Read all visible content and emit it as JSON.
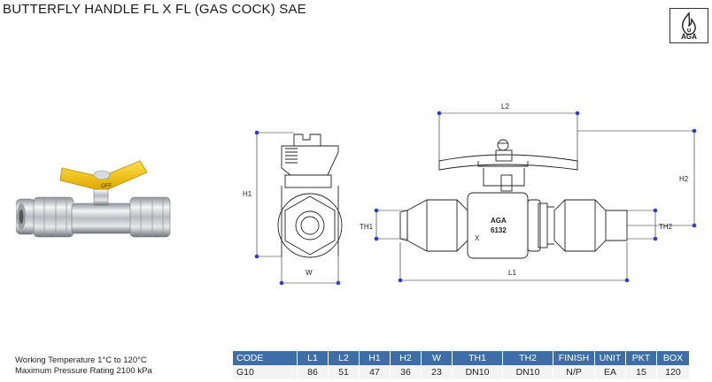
{
  "header": {
    "title": "BUTTERFLY HANDLE FL X FL (GAS COCK) SAE"
  },
  "badge": {
    "text": "AGA",
    "icon": "flame-icon"
  },
  "product_photo": {
    "handle_text": "OFF"
  },
  "drawing": {
    "dims": {
      "h1": "H1",
      "w": "W",
      "l2": "L2",
      "h2": "H2",
      "th1": "TH1",
      "th2": "TH2",
      "l1": "L1"
    },
    "valve_marks": {
      "aga": "AGA",
      "code": "6132",
      "x": "X"
    }
  },
  "specs": {
    "working_temperature": "Working Temperature  1°C to 120°C",
    "max_pressure": "Maximum Pressure Rating  2100 kPa"
  },
  "table": {
    "headers": [
      "CODE",
      "L1",
      "L2",
      "H1",
      "H2",
      "W",
      "TH1",
      "TH2",
      "FINISH",
      "UNIT",
      "PKT",
      "BOX"
    ],
    "rows": [
      [
        "G10",
        "86",
        "51",
        "47",
        "36",
        "23",
        "DN10",
        "DN10",
        "N/P",
        "EA",
        "15",
        "120"
      ]
    ]
  },
  "colors": {
    "table_header": "#3d6ea8",
    "dimension_dot": "#2a3bd6",
    "handle_yellow": "#f2c400"
  }
}
